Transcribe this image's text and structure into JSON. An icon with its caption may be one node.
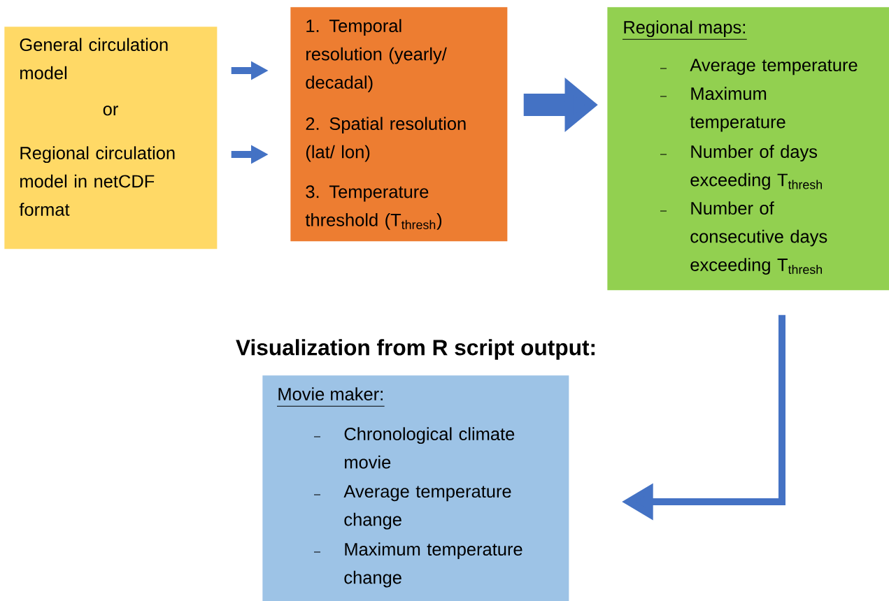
{
  "diagram": {
    "title": "Visualization from R script output:",
    "nodes": [
      {
        "text": [
          "General circulation model",
          "or",
          "Regional circulation model in netCDF format"
        ]
      },
      {
        "text": [
          "1. Temporal resolution (yearly/ decadal)",
          "2. Spatial resolution (lat/ lon)",
          "3. Temperature threshold (T$_{thresh}$)"
        ]
      },
      {
        "text": [
          "Regional maps:",
          "Average temperature",
          "Maximum temperature",
          "Number of days exceeding T$_{thresh}$",
          "Number of consecutive days exceeding T$_{thresh}$"
        ]
      },
      {
        "text": [
          "Movie maker:",
          "Chronological climate movie",
          "Average temperature change",
          "Maximum temperature change"
        ]
      }
    ],
    "edges": [
      {
        "from": 0,
        "to": 1,
        "arrow": "to"
      },
      {
        "from": 0,
        "to": 1,
        "arrow": "to"
      },
      {
        "from": 1,
        "to": 2,
        "arrow": "to",
        "style": "thick"
      },
      {
        "from": 2,
        "to": 3,
        "arrow": "to"
      }
    ]
  }
}
